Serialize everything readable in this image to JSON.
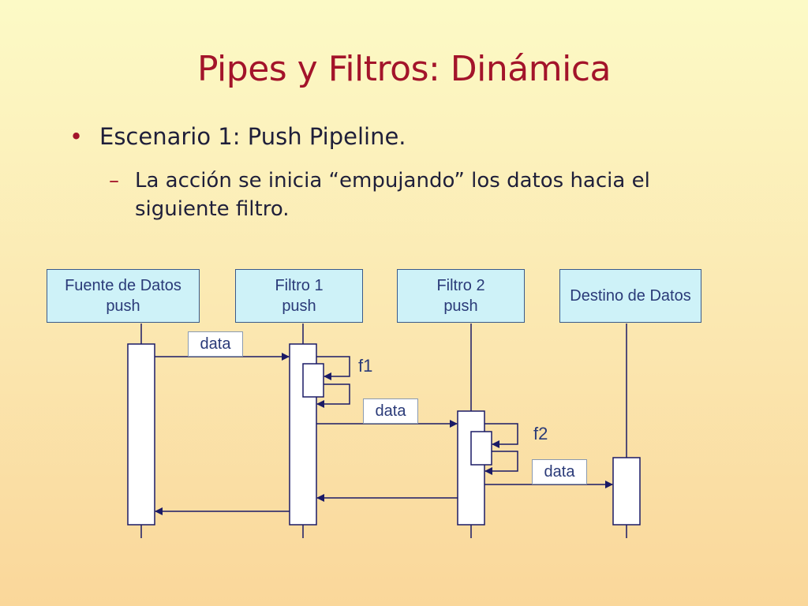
{
  "slide": {
    "title": "Pipes y Filtros: Dinámica",
    "bullet": "Escenario 1: Push Pipeline.",
    "bullet_mark": "•",
    "sub_dash": "–",
    "sub_bullet": "La acción se inicia “empujando” los datos hacia el siguiente filtro."
  },
  "diagram": {
    "participants": [
      {
        "line1": "Fuente de Datos",
        "line2": "push"
      },
      {
        "line1": "Filtro 1",
        "line2": "push"
      },
      {
        "line1": "Filtro 2",
        "line2": "push"
      },
      {
        "line1": "Destino de Datos",
        "line2": ""
      }
    ],
    "messages": [
      "data",
      "data",
      "data"
    ],
    "functions": [
      "f1",
      "f2"
    ],
    "colors": {
      "line": "#1a1a66",
      "box_fill": "#cef2f8",
      "title": "#a3142a"
    }
  }
}
